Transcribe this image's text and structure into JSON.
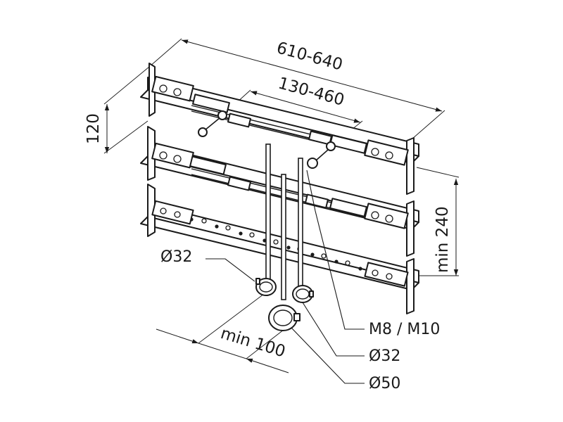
{
  "dimensions": {
    "overall_width": "610-640",
    "adjustable_span": "130-460",
    "height": "120",
    "rail_spacing": "min 240",
    "pipe_spacing": "min 100"
  },
  "callouts": {
    "left_pipe": "Ø32",
    "rod_thread": "M8 / M10",
    "right_pipe": "Ø32",
    "drain_pipe": "Ø50"
  }
}
